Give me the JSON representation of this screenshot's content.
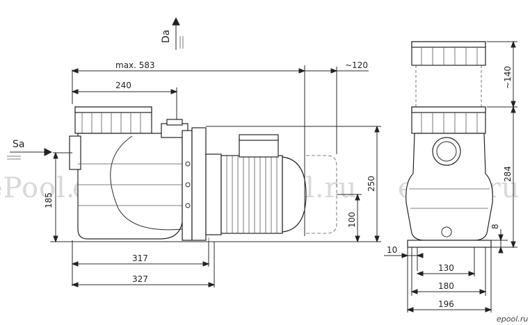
{
  "labels": {
    "da": "Da",
    "sa": "Sa",
    "max583": "max. 583",
    "approx120": "~120",
    "d240": "240",
    "d185": "185",
    "d250": "250",
    "d100": "100",
    "d317": "317",
    "d327": "327",
    "approx140": "~140",
    "d284": "284",
    "d8": "8",
    "d10": "10",
    "d130": "130",
    "d180": "180",
    "d196": "196"
  },
  "watermark": "ePool.ru",
  "brand_mark": "epool.ru"
}
